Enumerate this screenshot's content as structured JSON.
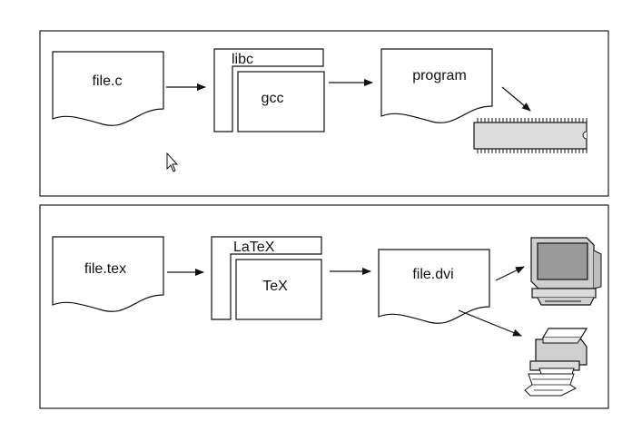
{
  "compile_panel": {
    "source_file": "file.c",
    "library": "libc",
    "compiler": "gcc",
    "output_file": "program",
    "target_icon": "microchip-icon"
  },
  "typeset_panel": {
    "source_file": "file.tex",
    "macro_package": "LaTeX",
    "engine": "TeX",
    "output_file": "file.dvi",
    "display_icon": "monitor-icon",
    "print_icon": "printer-icon"
  },
  "colors": {
    "stroke": "#111111",
    "chip_fill": "#dcdcdc",
    "device_fill": "#cfcfcf",
    "screen_fill": "#9a9a9a",
    "background": "#ffffff"
  },
  "pointer_icon": "cursor-arrow-icon"
}
